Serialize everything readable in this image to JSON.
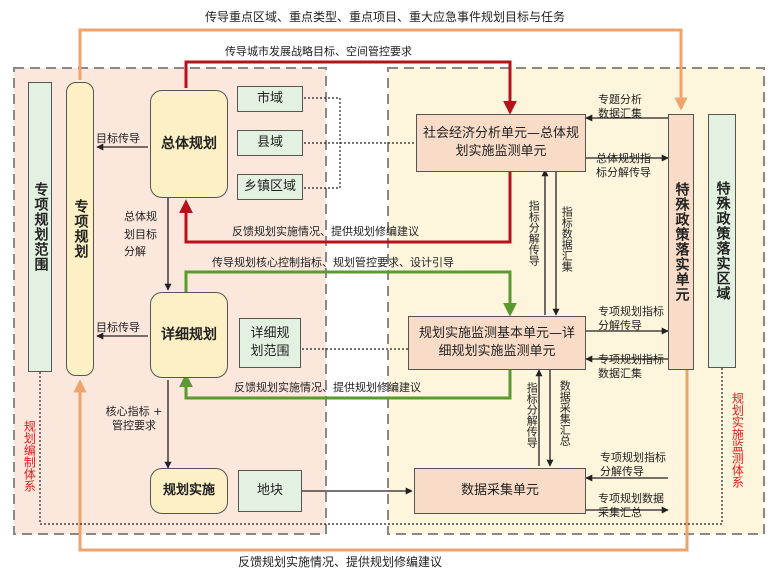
{
  "top_arrow_label": "传导重点区域、重点类型、重点项目、重大应急事件规划目标与任务",
  "bottom_arrow_label": "反馈规划实施情况、提供规划修编建议",
  "left_column": {
    "scope_box": "专项规划范围",
    "plan_box": "专项规划",
    "system_label": "规划编制体系"
  },
  "master_plan": {
    "title": "总体规划",
    "target_label": "目标传导",
    "levels": [
      "市域",
      "县域",
      "乡镇区域"
    ]
  },
  "detailed_plan": {
    "title": "详细规划",
    "target_label": "目标传导",
    "scope": "详细规划范围"
  },
  "implementation": {
    "title": "规划实施",
    "parcel": "地块"
  },
  "flows": {
    "strategy_down": "传导城市发展战略目标、空间管控要求",
    "feedback_master": "反馈规划实施情况、提供规划修编建议",
    "core_control_down": "传导规划核心控制指标、规划管控要求、设计引导",
    "feedback_detailed": "反馈规划实施情况、提供规划修编建议",
    "master_to_detail": "总体规划目标分解",
    "detail_to_impl": "核心指标 + 管控要求"
  },
  "monitoring": {
    "socio_unit": "社会经济分析单元—总体规划实施监测单元",
    "basic_unit": "规划实施监测基本单元—详细规划实施监测单元",
    "collection_unit": "数据采集单元",
    "index_decomp": "指标分解传导",
    "index_summary": "指标数据汇集",
    "data_collect_summary": "数据采集汇总",
    "system_label": "规划实施监测体系"
  },
  "special_policy": {
    "unit": "特殊政策落实单元",
    "area": "特殊政策落实区域",
    "thematic_summary": "专题分析数据汇集",
    "master_decomp": "总体规划指标分解传导",
    "sp_decomp_1": "专项规划指标分解传导",
    "sp_summary_1": "专项规划指标数据汇集",
    "sp_decomp_2": "专项规划指标分解传导",
    "sp_summary_2": "专项规划数据采集汇总"
  },
  "colors": {
    "red_arrow": "#b5121b",
    "green_arrow": "#5a9a2e",
    "orange_arrow": "#f0a26b",
    "yellow_box": "#fdf0c4",
    "green_box": "#e3f1e1",
    "peach_box": "#f9dcc8",
    "left_panel": "#fbe7dc",
    "right_panel": "#fdf5dc"
  }
}
